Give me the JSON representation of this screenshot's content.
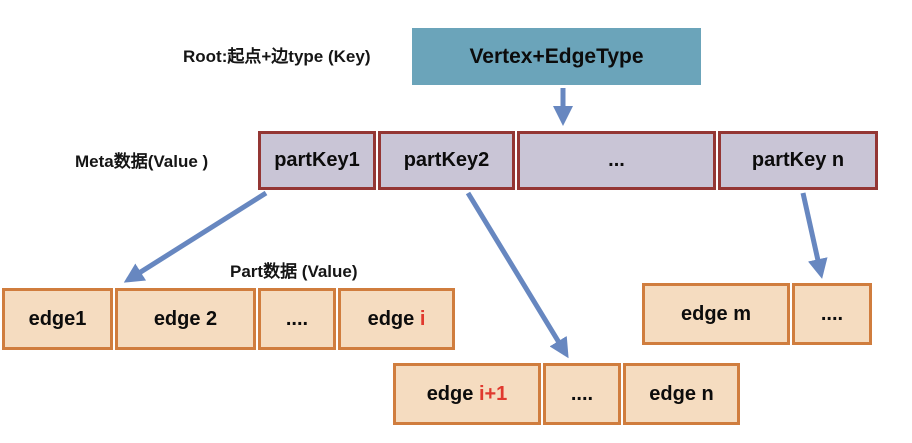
{
  "labels": {
    "root_key": "Root:起点+边type (Key)",
    "meta_value": "Meta数据(Value )",
    "part_value": "Part数据 (Value)"
  },
  "root_box": {
    "label": "Vertex+EdgeType"
  },
  "meta_row": {
    "cells": [
      "partKey1",
      "partKey2",
      "...",
      "partKey n"
    ]
  },
  "edge_rows": [
    {
      "name": "part-row-1",
      "cells": [
        {
          "text": "edge1"
        },
        {
          "text": "edge 2"
        },
        {
          "text": "...."
        },
        {
          "text": "edge ",
          "highlight": "i"
        }
      ]
    },
    {
      "name": "part-row-2",
      "cells": [
        {
          "text": "edge ",
          "highlight": "i+1"
        },
        {
          "text": "...."
        },
        {
          "text": "edge n"
        }
      ]
    },
    {
      "name": "part-row-3",
      "cells": [
        {
          "text": "edge m"
        },
        {
          "text": "...."
        }
      ]
    }
  ],
  "colors": {
    "root_fill": "#6ba4ba",
    "meta_fill": "#c9c5d6",
    "meta_border": "#943634",
    "edge_fill": "#f5dcc0",
    "edge_border": "#d07d3e",
    "arrow": "#6787c0",
    "highlight_red": "#e0392e"
  }
}
